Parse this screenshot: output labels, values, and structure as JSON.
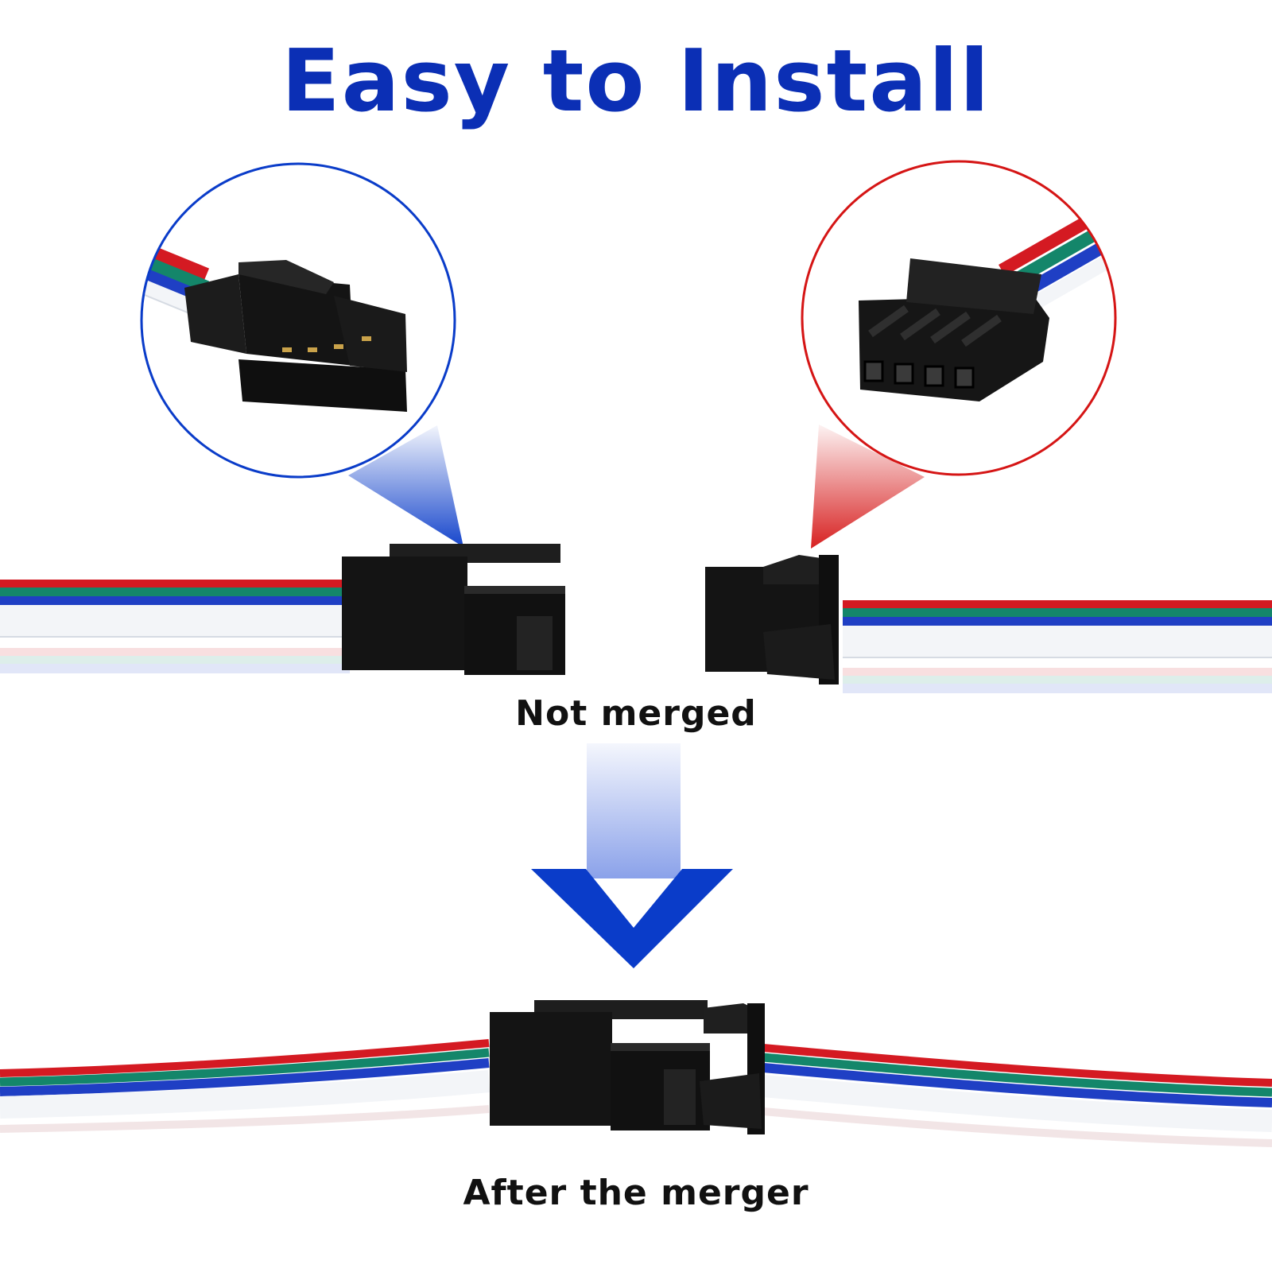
{
  "headline": "Easy to Install",
  "labels": {
    "not_merged": "Not merged",
    "after_merger": "After the merger"
  },
  "colors": {
    "headline": "#0b2fb5",
    "accent_blue": "#0a3cc9",
    "accent_red": "#d51515",
    "connector": "#141414",
    "wire_red": "#d41a22",
    "wire_green": "#14866a",
    "wire_blue": "#1f3fc4",
    "wire_white": "#f3f5f8"
  },
  "wires": [
    "red",
    "green",
    "blue",
    "white"
  ],
  "icons": {
    "male_zoom": "male-connector-zoom",
    "female_zoom": "female-connector-zoom",
    "arrow": "arrow-down-icon"
  }
}
